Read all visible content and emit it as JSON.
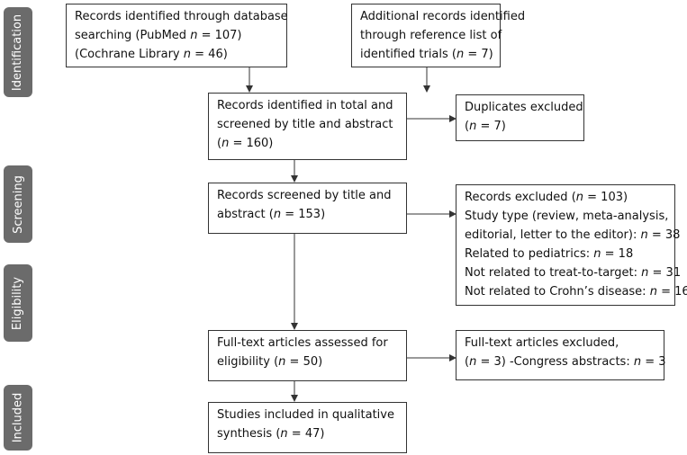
{
  "stages": {
    "identification": "Identification",
    "screening": "Screening",
    "eligibility": "Eligibility",
    "included": "Included"
  },
  "boxes": {
    "database": {
      "l1": "Records identified through database",
      "l2_pre": "searching (PubMed ",
      "l2_n": "n",
      "l2_post": " = 107)",
      "l3_pre": "(Cochrane Library ",
      "l3_n": "n",
      "l3_post": " = 46)"
    },
    "additional": {
      "l1": "Additional records identified",
      "l2": "through reference list of",
      "l3_pre": "identified trials (",
      "l3_n": "n",
      "l3_post": " = 7)"
    },
    "total": {
      "l1": "Records identified in total and",
      "l2": "screened by title and abstract",
      "l3_pre": "(",
      "l3_n": "n",
      "l3_post": " = 160)"
    },
    "duplicates": {
      "l1": "Duplicates excluded",
      "l2_pre": "(",
      "l2_n": "n",
      "l2_post": " = 7)"
    },
    "screened": {
      "l1": "Records screened by title and",
      "l2_pre": "abstract (",
      "l2_n": "n",
      "l2_post": " = 153)"
    },
    "excluded": {
      "l1_pre": "Records excluded (",
      "l1_n": "n",
      "l1_post": " = 103)",
      "l2": "Study type (review, meta-analysis,",
      "l3_pre": "editorial, letter to the editor): ",
      "l3_n": "n",
      "l3_post": " = 38",
      "l4_pre": "Related to pediatrics: ",
      "l4_n": "n",
      "l4_post": " = 18",
      "l5_pre": "Not related to treat-to-target: ",
      "l5_n": "n",
      "l5_post": " = 31",
      "l6_pre": "Not related to Crohn’s disease: ",
      "l6_n": "n",
      "l6_post": " = 16"
    },
    "fulltext": {
      "l1": "Full-text articles assessed for",
      "l2_pre": "eligibility (",
      "l2_n": "n",
      "l2_post": " = 50)"
    },
    "ft_excluded": {
      "l1": "Full-text articles excluded,",
      "l2_pre": "(",
      "l2_n": "n",
      "l2_post": " = 3) -Congress abstracts: ",
      "l2_n2": "n",
      "l2_post2": " = 3"
    },
    "included": {
      "l1": "Studies included in qualitative",
      "l2_pre": "synthesis (",
      "l2_n": "n",
      "l2_post": " = 47)"
    }
  },
  "colors": {
    "stage_fill": "#6b6b6b",
    "border": "#333333"
  }
}
